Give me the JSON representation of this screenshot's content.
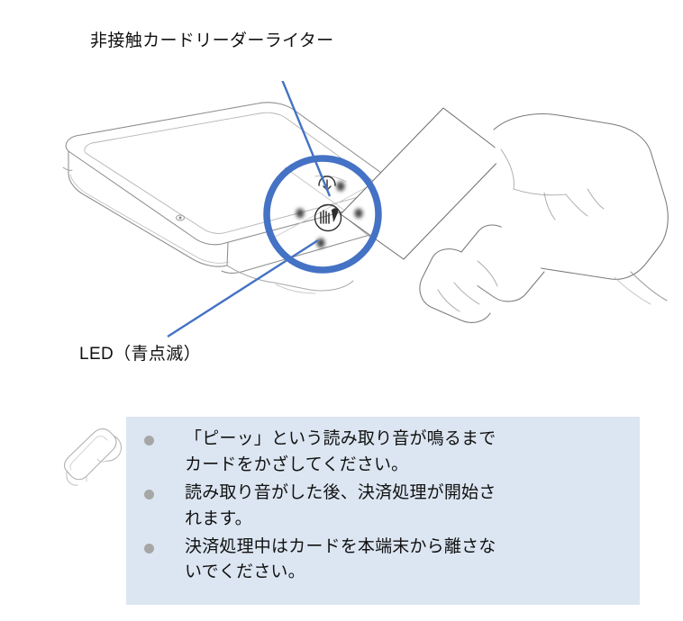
{
  "callouts": {
    "reader_label": "非接触カードリーダーライター",
    "led_label": "LED（青点滅）"
  },
  "illustration": {
    "terminal_name": "payment-terminal",
    "card_name": "contactless-card",
    "hand_name": "hand-holding-card",
    "highlight_name": "blue-highlight-circle",
    "nfc_symbol_name": "contactless-symbol",
    "led_count": 4,
    "highlight_color": "#4472c4",
    "line_art_color": "#8b8b8b"
  },
  "note": {
    "icon_name": "terminal-device-icon",
    "background_color": "#dce6f2",
    "bullet_color": "#a6a6a6",
    "items": [
      "「ピーッ」という読み取り音が鳴るまで\nカードをかざしてください。",
      "読み取り音がした後、決済処理が開始さ\nれます。",
      "決済処理中はカードを本端末から離さな\nいでください。"
    ]
  }
}
